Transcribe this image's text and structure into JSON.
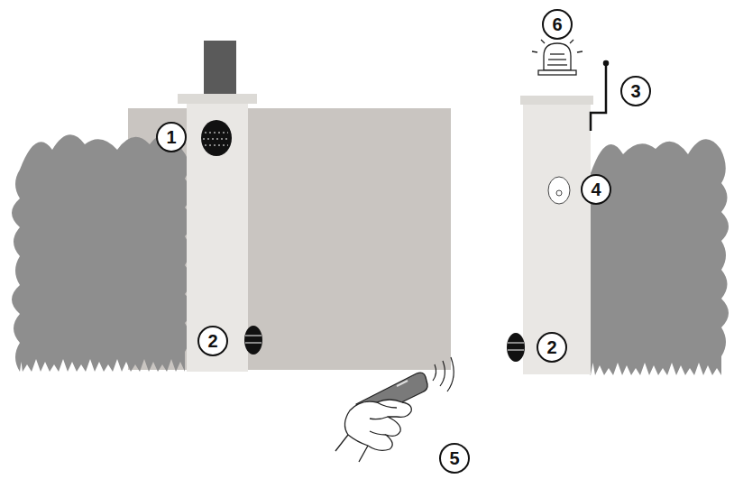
{
  "diagram": {
    "labels": [
      "1",
      "2",
      "2",
      "3",
      "4",
      "5",
      "6"
    ]
  }
}
